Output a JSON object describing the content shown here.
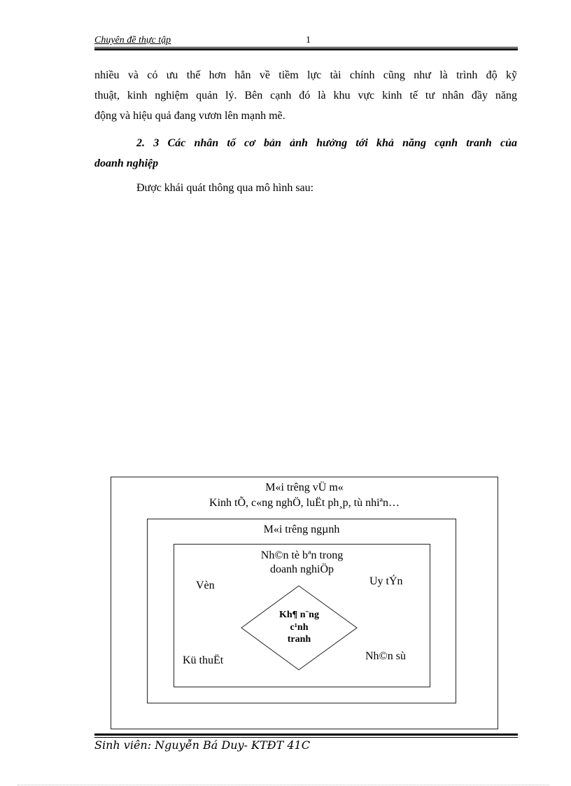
{
  "header": {
    "title": "Chuyên đề thực tập",
    "page_number": "1"
  },
  "body": {
    "paragraph_lines": [
      "nhiều và có ưu thế hơn hẳn về tiềm lực tài chính cũng như là trình độ kỹ",
      "thuật, kinh nghiệm quản lý. Bên cạnh đó là khu vực kinh tế tư nhân đầy năng",
      "động và hiệu quả đang vươn lên mạnh mẽ."
    ],
    "heading_lines": [
      "2. 3 Các nhân tố cơ bản ảnh hưởng tới khả năng cạnh tranh của",
      "doanh nghiệp"
    ],
    "intro": "Được khái quát thông qua mô hình sau:"
  },
  "diagram": {
    "outer": {
      "title": "M«i trêng  vÜ m«",
      "subtitle": "Kinh tÕ, c«ng nghÖ, luËt ph¸p, tù nhiªn…"
    },
    "middle": {
      "title": "M«i trêng  ngµnh"
    },
    "inner": {
      "title_line1": "Nh©n tè bªn trong",
      "title_line2": "doanh nghiÖp",
      "top_left": "Vèn",
      "top_right": "Uy tÝn",
      "bottom_left": "Kü thuËt",
      "bottom_right": "Nh©n sù"
    },
    "center": {
      "line1": "Kh¶ n¨ng",
      "line2": "c¹nh",
      "line3": "tranh"
    }
  },
  "footer": {
    "text": "Sinh viên: Nguyễn Bá Duy- KTĐT 41C"
  }
}
